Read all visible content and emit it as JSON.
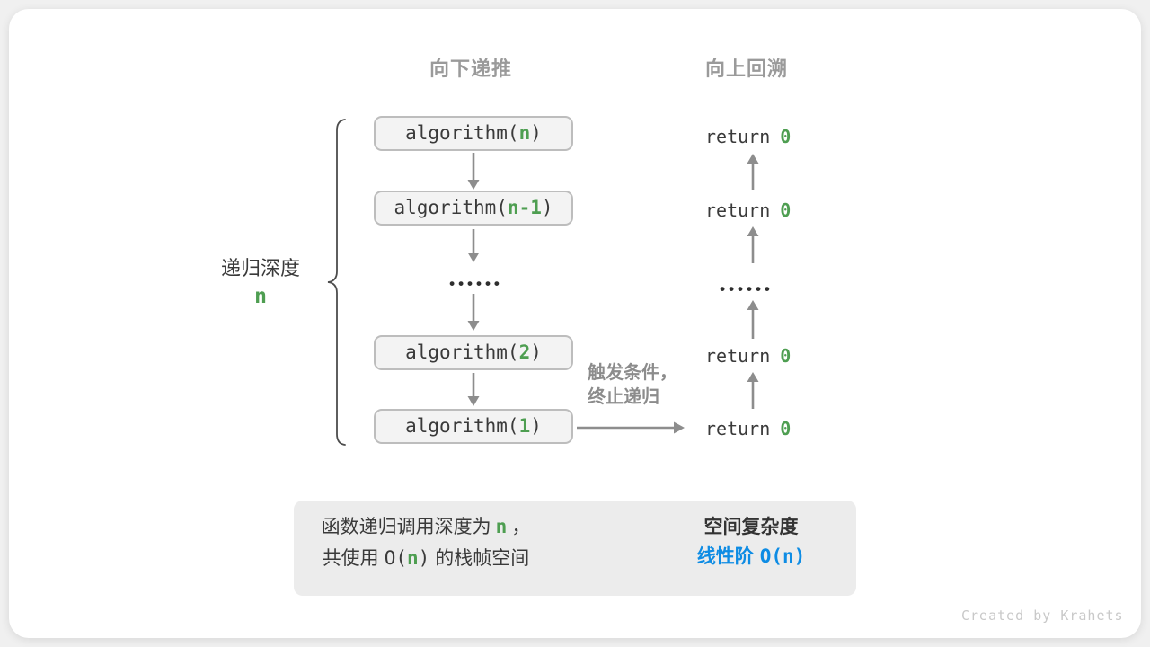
{
  "titles": {
    "downward": "向下递推",
    "upward": "向上回溯"
  },
  "depth_brace": {
    "label": "递归深度",
    "value": "n"
  },
  "call_stack": {
    "frames": [
      {
        "prefix": "algorithm(",
        "arg": "n",
        "suffix": ")"
      },
      {
        "prefix": "algorithm(",
        "arg": "n-1",
        "suffix": ")"
      },
      {
        "prefix": "algorithm(",
        "arg": "2",
        "suffix": ")"
      },
      {
        "prefix": "algorithm(",
        "arg": "1",
        "suffix": ")"
      }
    ],
    "ellipsis": "••••••"
  },
  "returns": {
    "items": [
      {
        "keyword": "return",
        "value": "0"
      },
      {
        "keyword": "return",
        "value": "0"
      },
      {
        "keyword": "return",
        "value": "0"
      },
      {
        "keyword": "return",
        "value": "0"
      }
    ],
    "ellipsis": "••••••"
  },
  "base_case": {
    "line1": "触发条件，",
    "line2": "终止递归"
  },
  "summary": {
    "premise": {
      "l1a": "函数递归调用深度为",
      "l1n": "n",
      "l1b": "，",
      "l2a": "共使用",
      "l2o": "O(",
      "l2n": "n",
      "l2c": ")",
      "l2b": "的栈帧空间"
    },
    "result": {
      "title": "空间复杂度",
      "order": "线性阶",
      "notation": "O(n)"
    }
  },
  "watermark": "Created by Krahets",
  "colors": {
    "green_accent": "#4e9e51",
    "blue_accent": "#0e8ce4",
    "heading_gray": "#9a9a9a",
    "arrow_gray": "#8d8d8d",
    "box_border": "#bdbdbd",
    "box_fill": "#f3f3f3",
    "dark_text": "#3a3a3a",
    "panel_fill": "#ececec",
    "big_arrow": "#bdbdbd",
    "watermark_gray": "#c9c9c9"
  }
}
